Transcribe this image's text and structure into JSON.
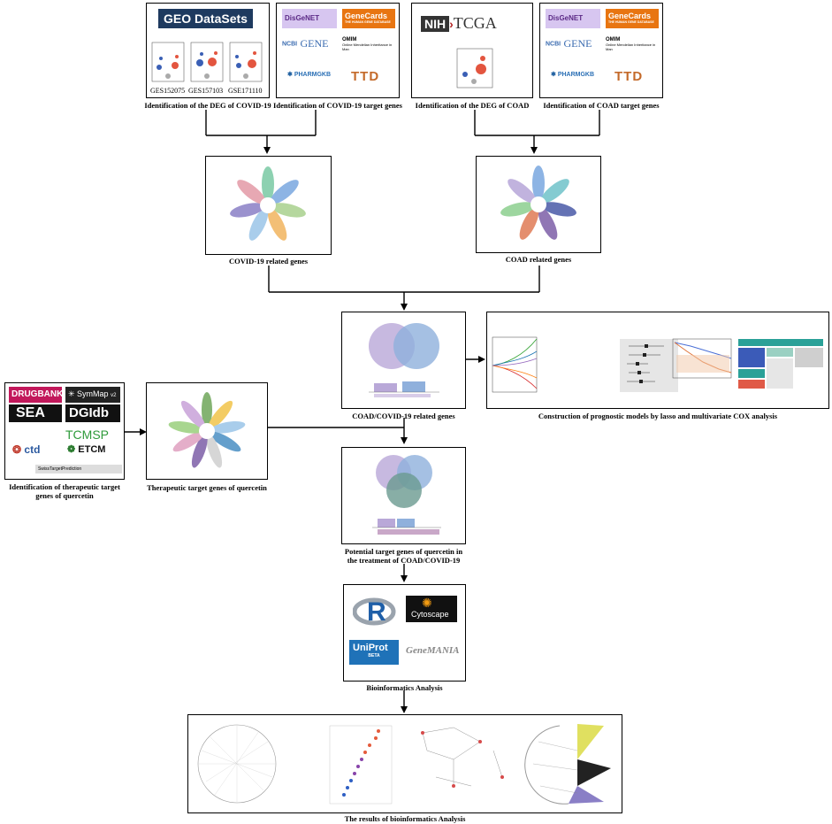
{
  "boxes": {
    "geo": {
      "logo": "GEO DataSets",
      "datasets": [
        "GES152075",
        "GES157103",
        "GSE171110"
      ],
      "caption": "Identification of the DEG of COVID-19"
    },
    "covid_targets": {
      "caption": "Identification of COVID-19 target genes",
      "logos": {
        "disgenet": "DisGeNET",
        "genecards": "GeneCards",
        "genecards_sub": "THE HUMAN GENE DATABASE",
        "ncbi": "NCBI",
        "gene": "GENE",
        "omim": "OMIM",
        "omim_sub": "Online Mendelian Inheritance in Man",
        "pharmgkb": "PHARMGKB",
        "ttd": "TTD"
      }
    },
    "tcga": {
      "logo_nih": "NIH",
      "logo_tcga": "TCGA",
      "caption": "Identification of the DEG of COAD"
    },
    "coad_targets": {
      "caption": "Identification of COAD target genes"
    },
    "covid_related": {
      "caption": "COVID-19 related genes"
    },
    "coad_related": {
      "caption": "COAD related genes"
    },
    "coad_covid": {
      "caption": "COAD/COVID-19 related genes"
    },
    "prognostic": {
      "caption": "Construction of prognostic models by lasso and multivariate COX analysis"
    },
    "therapeutic_db": {
      "caption_line1": "Identification of therapeutic target",
      "caption_line2": "genes of quercetin",
      "logos": {
        "drugbank": "DRUGBANK",
        "symmap": "SymMap",
        "symmap_ver": "v2",
        "sea": "SEA",
        "dgidb": "DGIdb",
        "tcmsp": "TCMSP",
        "ctd": "ctd",
        "etcm": "ETCM",
        "swiss": "SwissTargetPrediction"
      }
    },
    "therapeutic_targets": {
      "caption": "Therapeutic target genes of quercetin"
    },
    "potential": {
      "caption_line1": "Potential target genes of quercetin in",
      "caption_line2": "the treatment of COAD/COVID-19"
    },
    "bioinfo": {
      "caption": "Bioinformatics Analysis",
      "logos": {
        "r": "R",
        "cytoscape": "Cytoscape",
        "uniprot": "UniProt",
        "uniprot_sub": "BETA",
        "genemania": "GeneMANIA"
      }
    },
    "results": {
      "caption": "The results of bioinformatics Analysis"
    }
  },
  "colors": {
    "geo_blue": "#1e3a5f",
    "genecards_orange": "#e87511",
    "drugbank_pink": "#c2185b",
    "tcmsp_green": "#4caf50",
    "venn_purple": "#b9a8d8",
    "venn_blue": "#8fb0dc",
    "venn_teal": "#6a9a90"
  }
}
